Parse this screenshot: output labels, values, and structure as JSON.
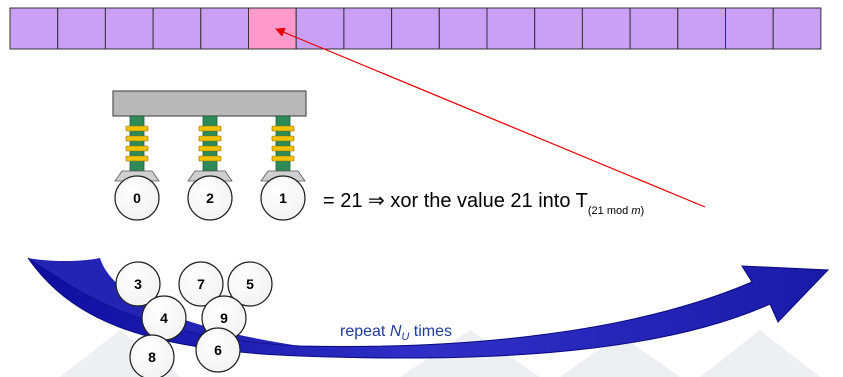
{
  "table": {
    "cell_count": 17,
    "highlighted_index": 5,
    "cell_color": "#c9a0f5",
    "highlight_color": "#ff99cc"
  },
  "platform": {
    "color": "#b8b8b8",
    "spring_colors": [
      "#2e8b57",
      "#f2c200"
    ]
  },
  "selected_balls": [
    "0",
    "2",
    "1"
  ],
  "equation": {
    "prefix": "= 21 ⇒ xor the value 21 into T",
    "subscript_main": "(21 mod ",
    "subscript_var": "m",
    "subscript_end": ")"
  },
  "pool_balls": [
    "3",
    "7",
    "5",
    "4",
    "9",
    "8",
    "6"
  ],
  "loop": {
    "arrow_color": "#1a1aa8",
    "label_main": "repeat ",
    "label_var": "N",
    "label_sub": "U",
    "label_end": " times"
  },
  "pointer_color": "#e60000"
}
